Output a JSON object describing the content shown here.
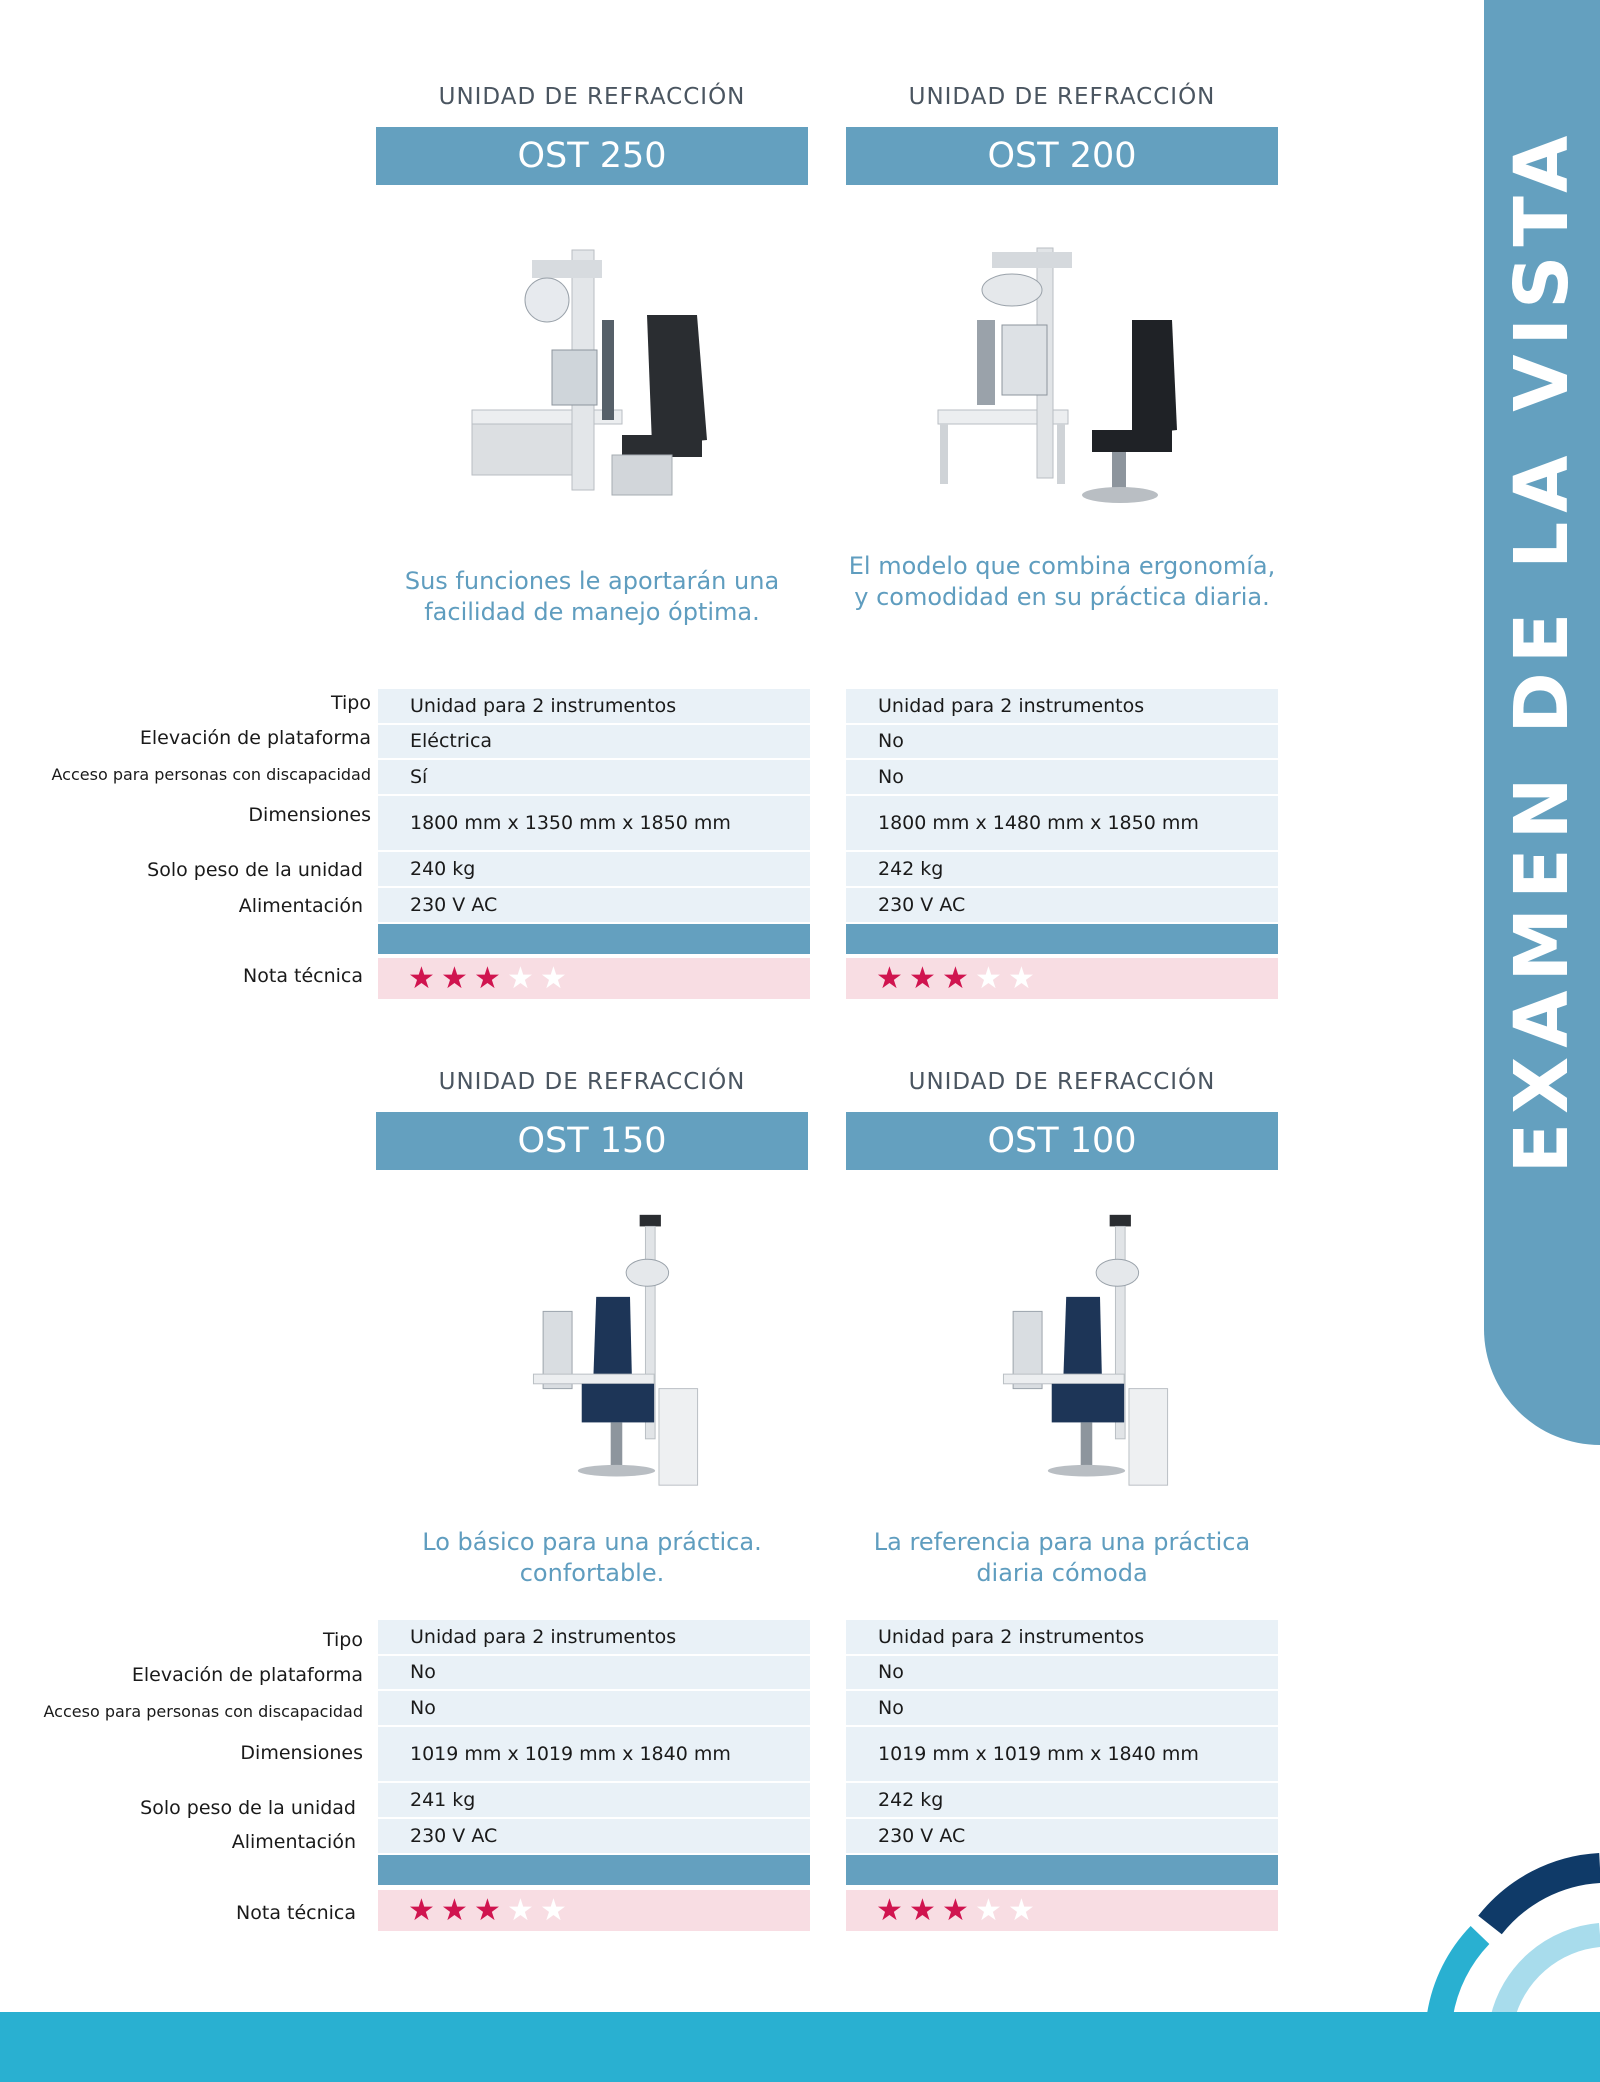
{
  "sidebar": {
    "title": "EXAMEN DE LA VISTA"
  },
  "spec_labels": {
    "type": "Tipo",
    "platform": "Elevación de plataforma",
    "access": "Acceso para personas con discapacidad",
    "dimensions": "Dimensiones",
    "weight": "Solo peso de la unidad",
    "power": "Alimentación",
    "rating": "Nota técnica"
  },
  "products": [
    {
      "category": "UNIDAD DE REFRACCIÓN",
      "name": "OST 250",
      "tagline": "Sus funciones le aportarán una facilidad de manejo óptima.",
      "type": "Unidad para 2 instrumentos",
      "platform": "Eléctrica",
      "access": "Sí",
      "dimensions": "1800 mm x 1350 mm x 1850 mm",
      "weight": "240 kg",
      "power": "230 V AC",
      "rating": 3,
      "rating_max": 5
    },
    {
      "category": "UNIDAD DE REFRACCIÓN",
      "name": "OST 200",
      "tagline": "El modelo que combina ergonomía, y comodidad en su práctica diaria.",
      "type": "Unidad para 2 instrumentos",
      "platform": "No",
      "access": "No",
      "dimensions": "1800 mm x 1480 mm x 1850 mm",
      "weight": "242 kg",
      "power": "230 V AC",
      "rating": 3,
      "rating_max": 5
    },
    {
      "category": "UNIDAD DE REFRACCIÓN",
      "name": "OST 150",
      "tagline": "Lo básico para una práctica. confortable.",
      "type": "Unidad para 2 instrumentos",
      "platform": "No",
      "access": "No",
      "dimensions": "1019 mm x 1019 mm x 1840 mm",
      "weight": "241 kg",
      "power": "230 V AC",
      "rating": 3,
      "rating_max": 5
    },
    {
      "category": "UNIDAD DE REFRACCIÓN",
      "name": "OST 100",
      "tagline": "La referencia para una práctica diaria cómoda",
      "type": "Unidad para 2 instrumentos",
      "platform": "No",
      "access": "No",
      "dimensions": "1019 mm x 1019 mm x 1840 mm",
      "weight": "242 kg",
      "power": "230 V AC",
      "rating": 3,
      "rating_max": 5
    }
  ],
  "colors": {
    "accent": "#64a0bf",
    "star_on": "#d0144f",
    "footer": "#29b0d1",
    "logo_dark": "#0f3a68"
  }
}
